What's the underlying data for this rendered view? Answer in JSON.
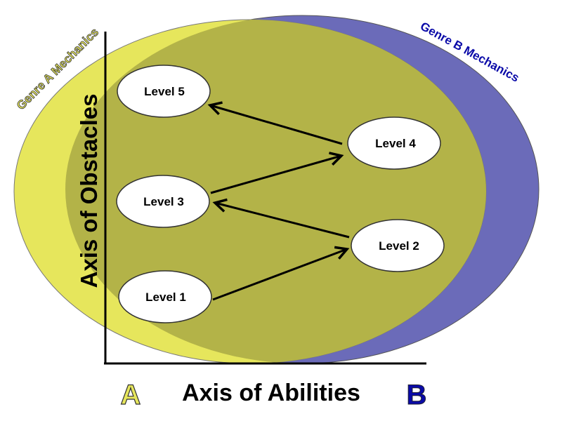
{
  "colors": {
    "genre_a": "#e6e65c",
    "genre_b": "#6b6bb9",
    "overlap": "#b3b348",
    "genre_b_text": "#0a0aa8"
  },
  "labels": {
    "genre_a": "Genre A Mechanics",
    "genre_b": "Genre B Mechanics",
    "y_axis": "Axis of Obstacles",
    "x_axis": "Axis of Abilities",
    "x_left": "A",
    "x_right": "B"
  },
  "levels": [
    {
      "label": "Level 1"
    },
    {
      "label": "Level 2"
    },
    {
      "label": "Level 3"
    },
    {
      "label": "Level 4"
    },
    {
      "label": "Level 5"
    }
  ],
  "flow": [
    [
      "Level 1",
      "Level 2"
    ],
    [
      "Level 2",
      "Level 3"
    ],
    [
      "Level 3",
      "Level 4"
    ],
    [
      "Level 4",
      "Level 5"
    ]
  ]
}
